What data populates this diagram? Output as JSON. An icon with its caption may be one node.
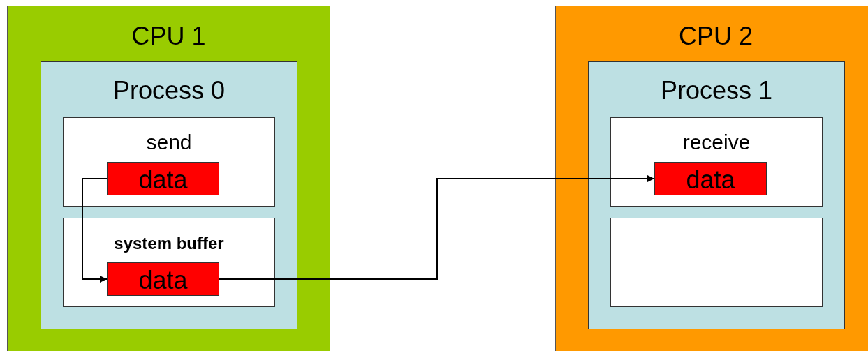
{
  "diagram": {
    "nodes": [
      {
        "text": [
          "CPU 1"
        ]
      },
      {
        "text": [
          "Process 0"
        ],
        "in": 0
      },
      {
        "text": [
          "send"
        ],
        "in": 1
      },
      {
        "text": [
          "data"
        ],
        "in": 2
      },
      {
        "text": [
          "system buffer"
        ],
        "in": 1
      },
      {
        "text": [
          "data"
        ],
        "in": 4
      },
      {
        "text": [
          "CPU 2"
        ]
      },
      {
        "text": [
          "Process 1"
        ],
        "in": 6
      },
      {
        "text": [
          "receive"
        ],
        "in": 7
      },
      {
        "text": [
          "data"
        ],
        "in": 8
      },
      {
        "text": [],
        "shape": "box",
        "in": 7
      }
    ],
    "edges": [
      {
        "from": 3,
        "to": 5,
        "arrow": "to"
      },
      {
        "from": 5,
        "to": 9,
        "arrow": "to"
      }
    ]
  }
}
